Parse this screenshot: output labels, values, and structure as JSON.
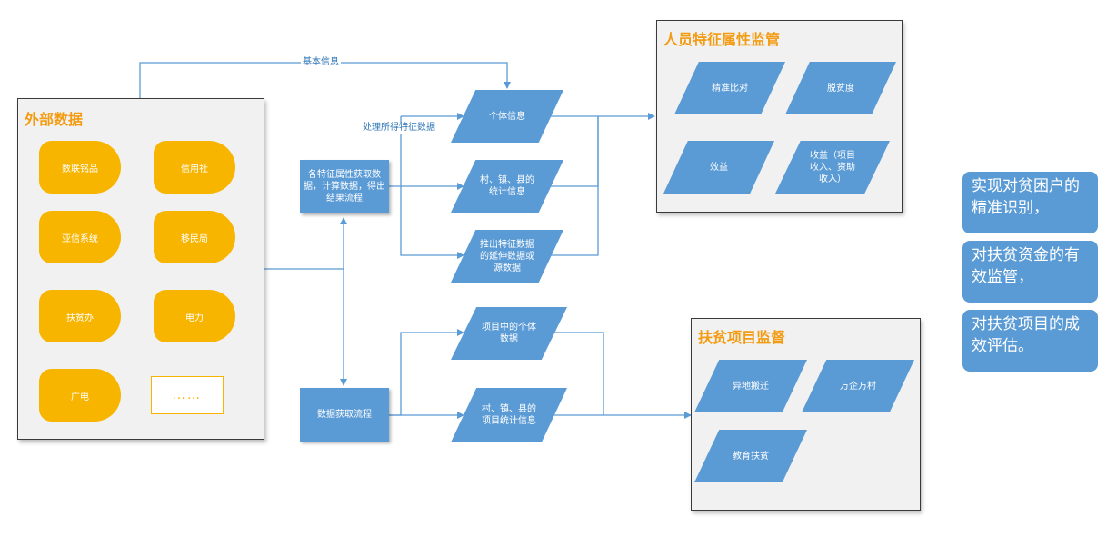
{
  "external_data": {
    "title": "外部数据",
    "sources": [
      "数联铭品",
      "信用社",
      "亚信系统",
      "移民局",
      "扶贫办",
      "电力",
      "广电"
    ],
    "more": "……"
  },
  "edge_labels": {
    "basic_info": "基本信息",
    "processed_features": "处理所得特征数据"
  },
  "processes": {
    "feature_flow": "各特征属性获取数据，计算数据，得出结果流程",
    "acquisition_flow": "数据获取流程"
  },
  "data_nodes": {
    "individual_info": "个体信息",
    "village_stats": "村、镇、县的统计信息",
    "derived_data": "推出特征数据的延伸数据或源数据",
    "project_individual": "项目中的个体数据",
    "village_project_stats": "村、镇、县的项目统计信息"
  },
  "personnel_panel": {
    "title": "人员特征属性监管",
    "items": [
      "精准比对",
      "脱贫度",
      "效益",
      "收益（项目收入、资助收入）"
    ]
  },
  "project_panel": {
    "title": "扶贫项目监督",
    "items": [
      "异地搬迁",
      "万企万村",
      "教育扶贫"
    ]
  },
  "goals": [
    "实现对贫困户的精准识别，",
    "对扶贫资金的有效监管，",
    "对扶贫项目的成效评估。"
  ],
  "colors": {
    "accent": "#f39c12",
    "node": "#5b9bd5",
    "source": "#f7b500",
    "line": "#5b9bd5"
  }
}
